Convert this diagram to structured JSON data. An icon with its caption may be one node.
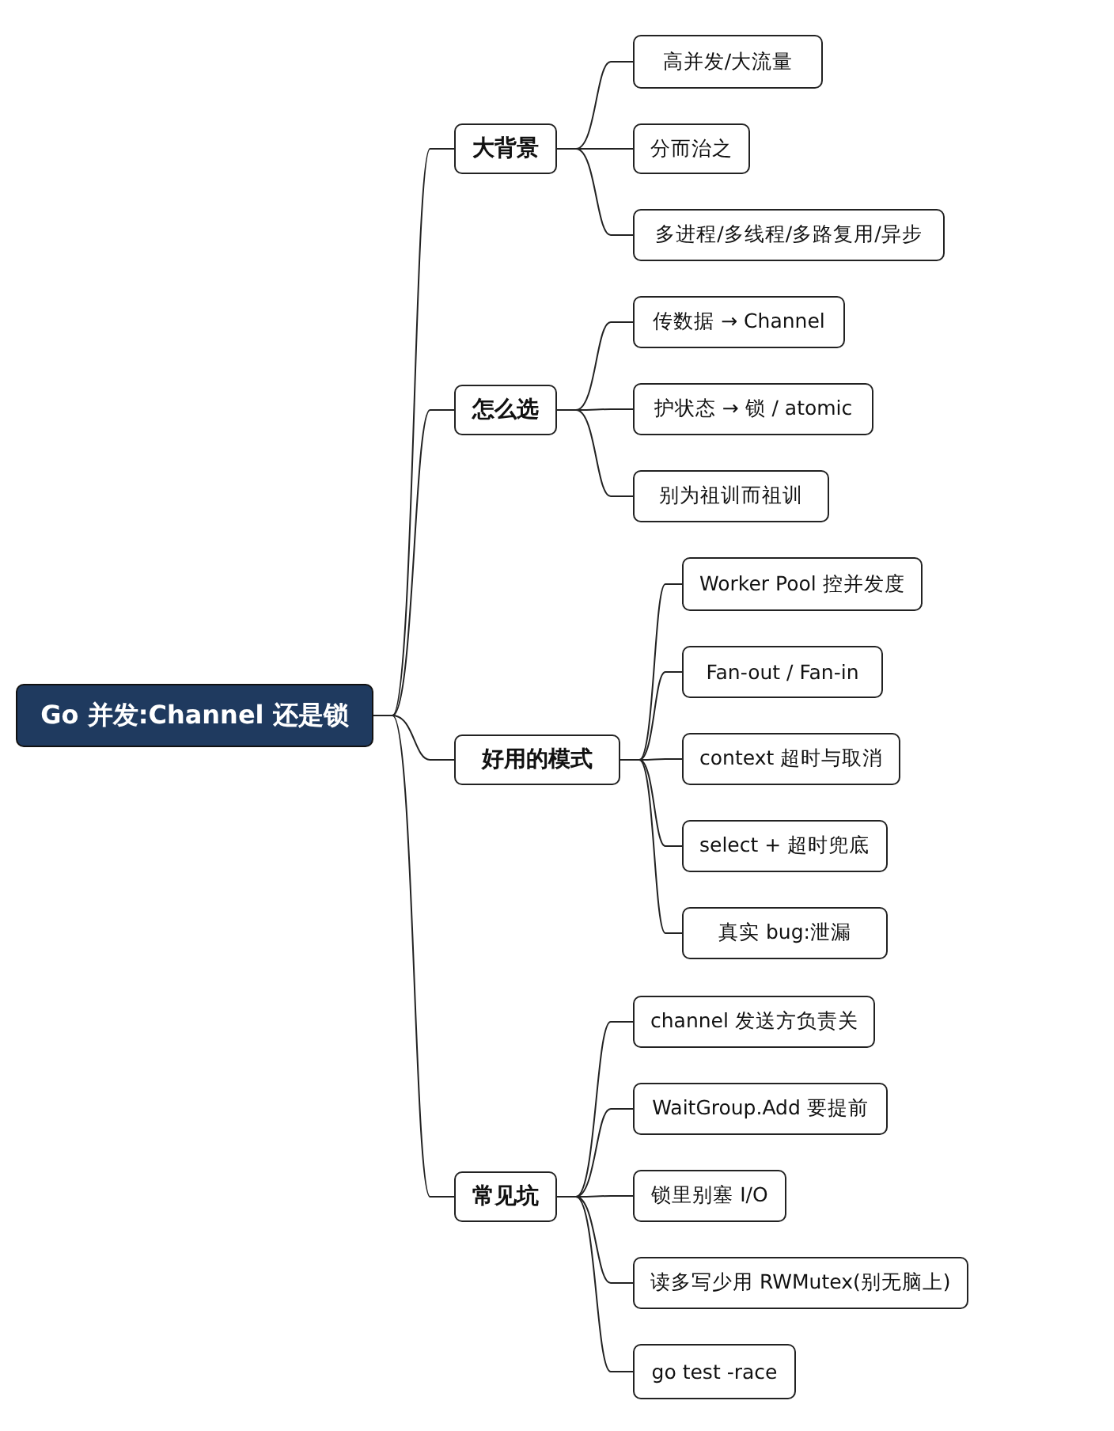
{
  "diagram": {
    "nodes": [
      {
        "text": [
          "Go 并发:Channel 还是锁"
        ]
      },
      {
        "text": [
          "大背景"
        ]
      },
      {
        "text": [
          "高并发/大流量"
        ]
      },
      {
        "text": [
          "分而治之"
        ]
      },
      {
        "text": [
          "多进程/多线程/多路复用/异步"
        ]
      },
      {
        "text": [
          "怎么选"
        ]
      },
      {
        "text": [
          "传数据 → Channel"
        ]
      },
      {
        "text": [
          "护状态 → 锁 / atomic"
        ]
      },
      {
        "text": [
          "别为祖训而祖训"
        ]
      },
      {
        "text": [
          "好用的模式"
        ]
      },
      {
        "text": [
          "Worker Pool 控并发度"
        ]
      },
      {
        "text": [
          "Fan-out / Fan-in"
        ]
      },
      {
        "text": [
          "context 超时与取消"
        ]
      },
      {
        "text": [
          "select + 超时兜底"
        ]
      },
      {
        "text": [
          "真实 bug:泄漏"
        ]
      },
      {
        "text": [
          "常见坑"
        ]
      },
      {
        "text": [
          "channel 发送方负责关"
        ]
      },
      {
        "text": [
          "WaitGroup.Add 要提前"
        ]
      },
      {
        "text": [
          "锁里别塞 I/O"
        ]
      },
      {
        "text": [
          "读多写少用 RWMutex(别无脑上)"
        ]
      },
      {
        "text": [
          "go test -race"
        ]
      }
    ],
    "edges": [
      {
        "from": 0,
        "to": 1,
        "arrow": "none"
      },
      {
        "from": 1,
        "to": 2,
        "arrow": "none"
      },
      {
        "from": 1,
        "to": 3,
        "arrow": "none"
      },
      {
        "from": 1,
        "to": 4,
        "arrow": "none"
      },
      {
        "from": 0,
        "to": 5,
        "arrow": "none"
      },
      {
        "from": 5,
        "to": 6,
        "arrow": "none"
      },
      {
        "from": 5,
        "to": 7,
        "arrow": "none"
      },
      {
        "from": 5,
        "to": 8,
        "arrow": "none"
      },
      {
        "from": 0,
        "to": 9,
        "arrow": "none"
      },
      {
        "from": 9,
        "to": 10,
        "arrow": "none"
      },
      {
        "from": 9,
        "to": 11,
        "arrow": "none"
      },
      {
        "from": 9,
        "to": 12,
        "arrow": "none"
      },
      {
        "from": 9,
        "to": 13,
        "arrow": "none"
      },
      {
        "from": 9,
        "to": 14,
        "arrow": "none"
      },
      {
        "from": 0,
        "to": 15,
        "arrow": "none"
      },
      {
        "from": 15,
        "to": 16,
        "arrow": "none"
      },
      {
        "from": 15,
        "to": 17,
        "arrow": "none"
      },
      {
        "from": 15,
        "to": 18,
        "arrow": "none"
      },
      {
        "from": 15,
        "to": 19,
        "arrow": "none"
      },
      {
        "from": 15,
        "to": 20,
        "arrow": "none"
      }
    ]
  }
}
